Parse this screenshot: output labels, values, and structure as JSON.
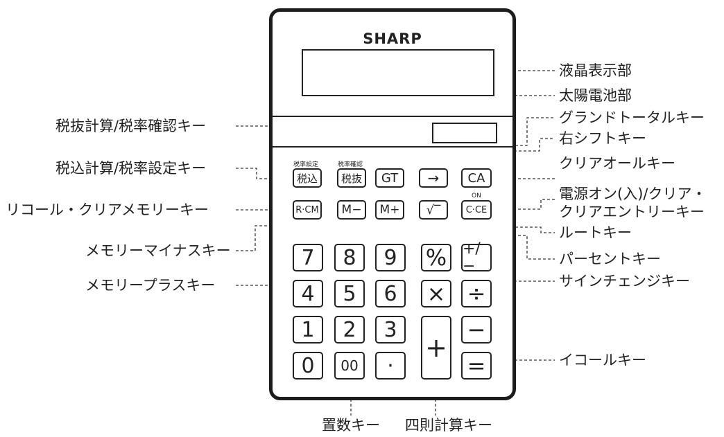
{
  "brand": "SHARP",
  "above_key_text": {
    "tax_in_set": "税率設定",
    "tax_out_confirm": "税率確認",
    "on": "ON"
  },
  "keys": {
    "tax_in": "税込",
    "tax_out": "税抜",
    "gt": "GT",
    "shift": "→",
    "ca": "CA",
    "rcm": "R·CM",
    "m_minus": "M−",
    "m_plus": "M+",
    "sqrt": "√‾",
    "cce": "C·CE",
    "digits": [
      "7",
      "8",
      "9",
      "4",
      "5",
      "6",
      "1",
      "2",
      "3",
      "0",
      "00",
      "·"
    ],
    "percent": "%",
    "sign": "+/−",
    "multiply": "×",
    "divide": "÷",
    "minus": "−",
    "plus": "+",
    "equals": "="
  },
  "labels_left": {
    "tax_out_calc": "税抜計算/税率確認キー",
    "tax_in_calc": "税込計算/税率設定キー",
    "recall_clear_memory": "リコール・クリアメモリーキー",
    "memory_minus": "メモリーマイナスキー",
    "memory_plus": "メモリープラスキー"
  },
  "labels_right": {
    "lcd": "液晶表示部",
    "solar": "太陽電池部",
    "grand_total": "グランドトータルキー",
    "right_shift": "右シフトキー",
    "clear_all": "クリアオールキー",
    "power_clear_1": "電源オン(入)/クリア・",
    "power_clear_2": "クリアエントリーキー",
    "root": "ルートキー",
    "percent": "パーセントキー",
    "sign_change": "サインチェンジキー",
    "equal": "イコールキー"
  },
  "labels_bottom": {
    "numeric": "置数キー",
    "arithmetic": "四則計算キー"
  }
}
